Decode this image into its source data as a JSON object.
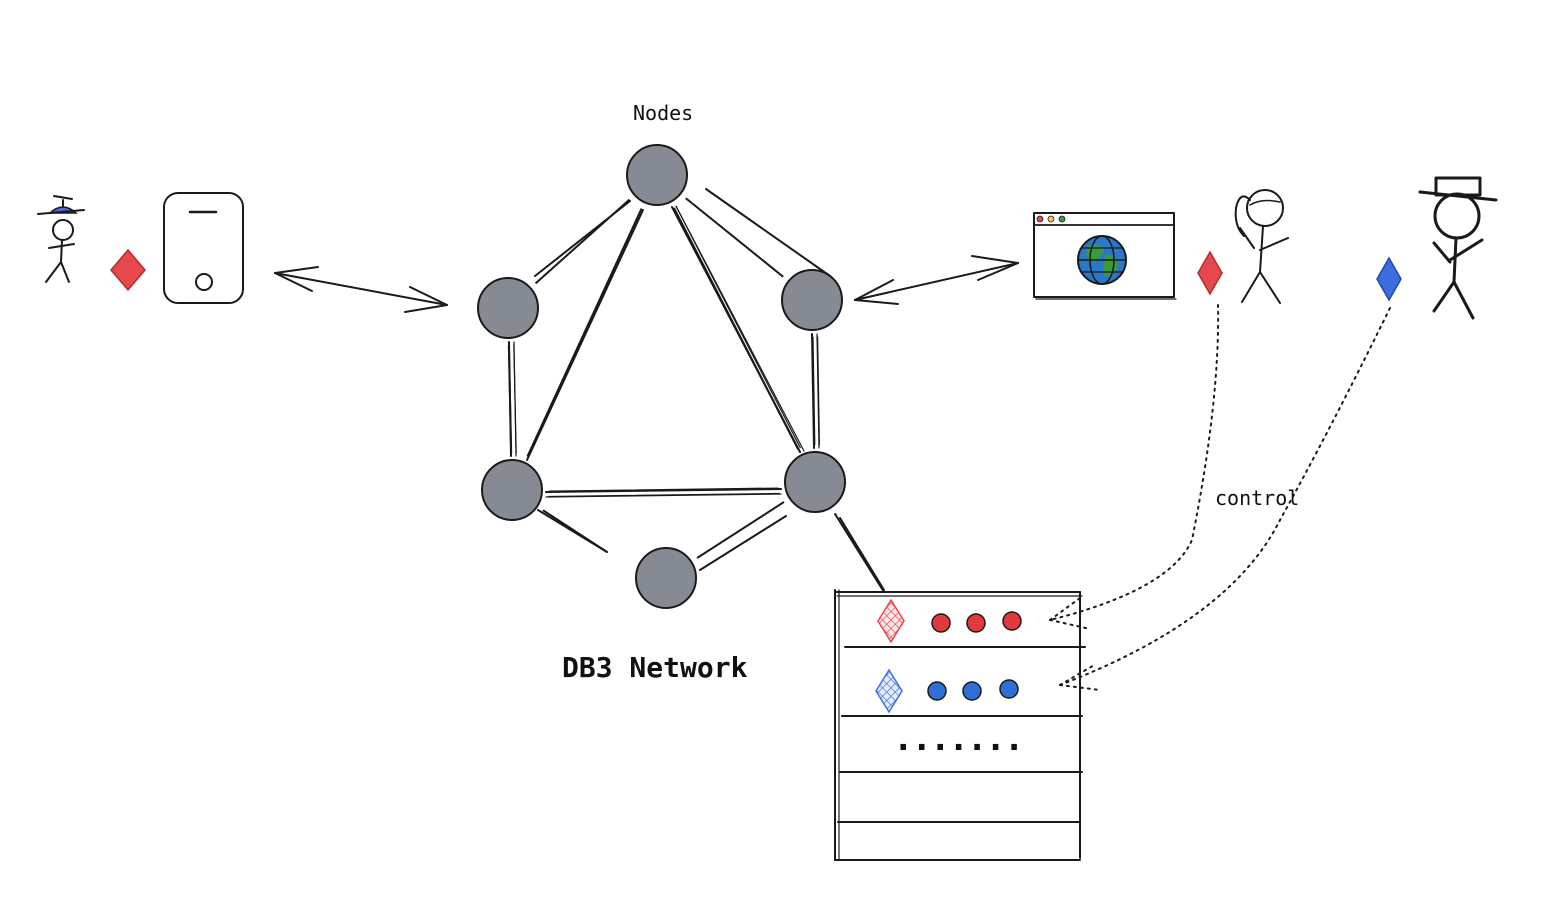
{
  "labels": {
    "nodes": "Nodes",
    "network": "DB3 Network",
    "control": "control",
    "ellipsis": "......."
  },
  "colors": {
    "node_fill": "#868b93",
    "red_key": "#e5484d",
    "blue_key": "#3b6fe0",
    "red_dot": "#e0393e",
    "blue_dot": "#2f6fd6",
    "globe_water": "#2b78c8",
    "globe_land": "#3c9a3c"
  },
  "icons": {
    "user_left": "stick-figure-propeller-hat-icon",
    "phone": "mobile-phone-icon",
    "browser": "browser-window-globe-icon",
    "user_right": "stick-figure-ponytail-icon",
    "user_far_right": "stick-figure-hat-icon",
    "red_key": "red-diamond-key-icon",
    "blue_key": "blue-diamond-key-icon"
  }
}
